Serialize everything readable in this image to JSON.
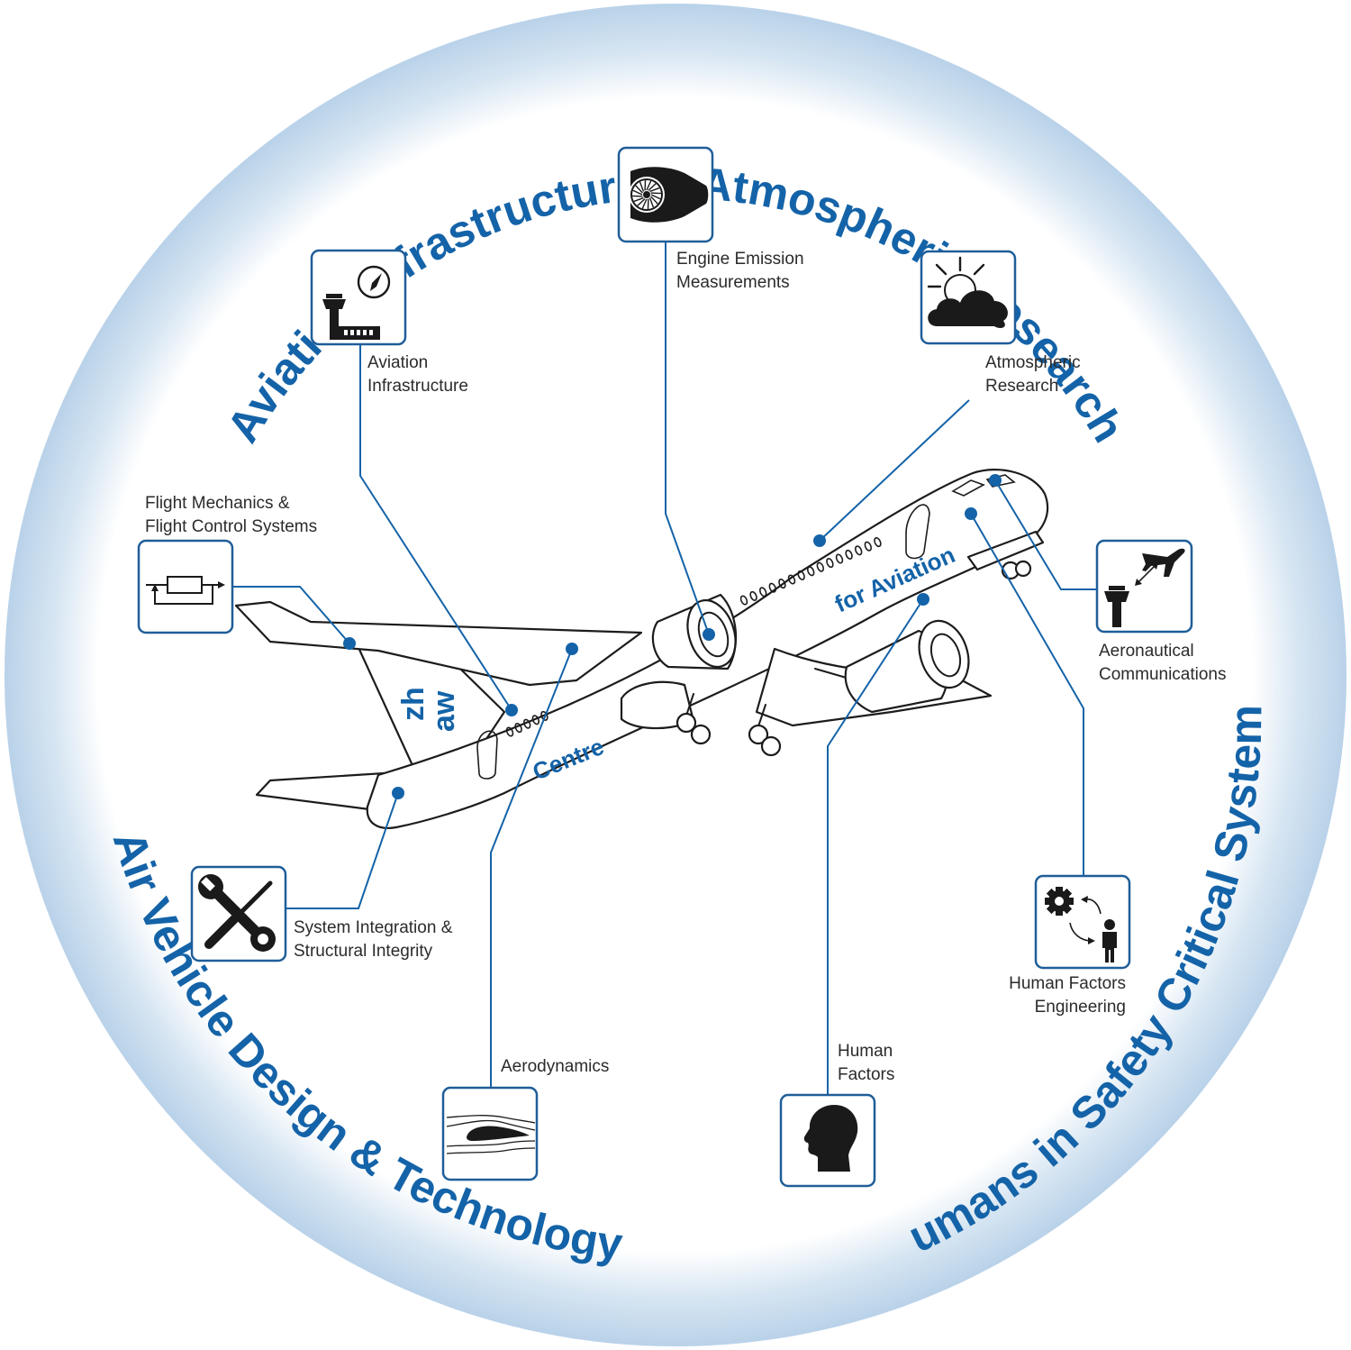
{
  "colors": {
    "brand": "#1463a8",
    "ring_light": "#c5d9ec",
    "ink": "#1c1c1c",
    "box_border": "#1f5e99"
  },
  "ring": {
    "top": "Aviation Infrastructure & Atmospheric Research",
    "left": "Air Vehicle Design & Technology",
    "right": "Humans in Safety Critical Systems"
  },
  "brand": {
    "logo_line1": "zh",
    "logo_line2": "aw",
    "centre": "Centre",
    "for_aviation": "for Aviation"
  },
  "topics": [
    {
      "id": "engine-emission",
      "icon": "jet-engine-icon",
      "line1": "Engine Emission",
      "line2": "Measurements"
    },
    {
      "id": "aviation-infrastructure",
      "icon": "control-tower-compass-icon",
      "line1": "Aviation",
      "line2": "Infrastructure"
    },
    {
      "id": "atmospheric-research",
      "icon": "sun-cloud-icon",
      "line1": "Atmospheric",
      "line2": "Research"
    },
    {
      "id": "flight-mechanics",
      "icon": "control-loop-icon",
      "line1": "Flight Mechanics &",
      "line2": "Flight Control Systems"
    },
    {
      "id": "aeronautical-communications",
      "icon": "tower-airplane-icon",
      "line1": "Aeronautical",
      "line2": "Communications"
    },
    {
      "id": "system-integration",
      "icon": "wrench-screwdriver-icon",
      "line1": "System Integration &",
      "line2": "Structural Integrity"
    },
    {
      "id": "human-factors-engineering",
      "icon": "gear-person-icon",
      "line1": "Human Factors",
      "line2": "Engineering"
    },
    {
      "id": "aerodynamics",
      "icon": "airfoil-icon",
      "line1": "Aerodynamics",
      "line2": ""
    },
    {
      "id": "human-factors",
      "icon": "head-icon",
      "line1": "Human",
      "line2": "Factors"
    }
  ]
}
